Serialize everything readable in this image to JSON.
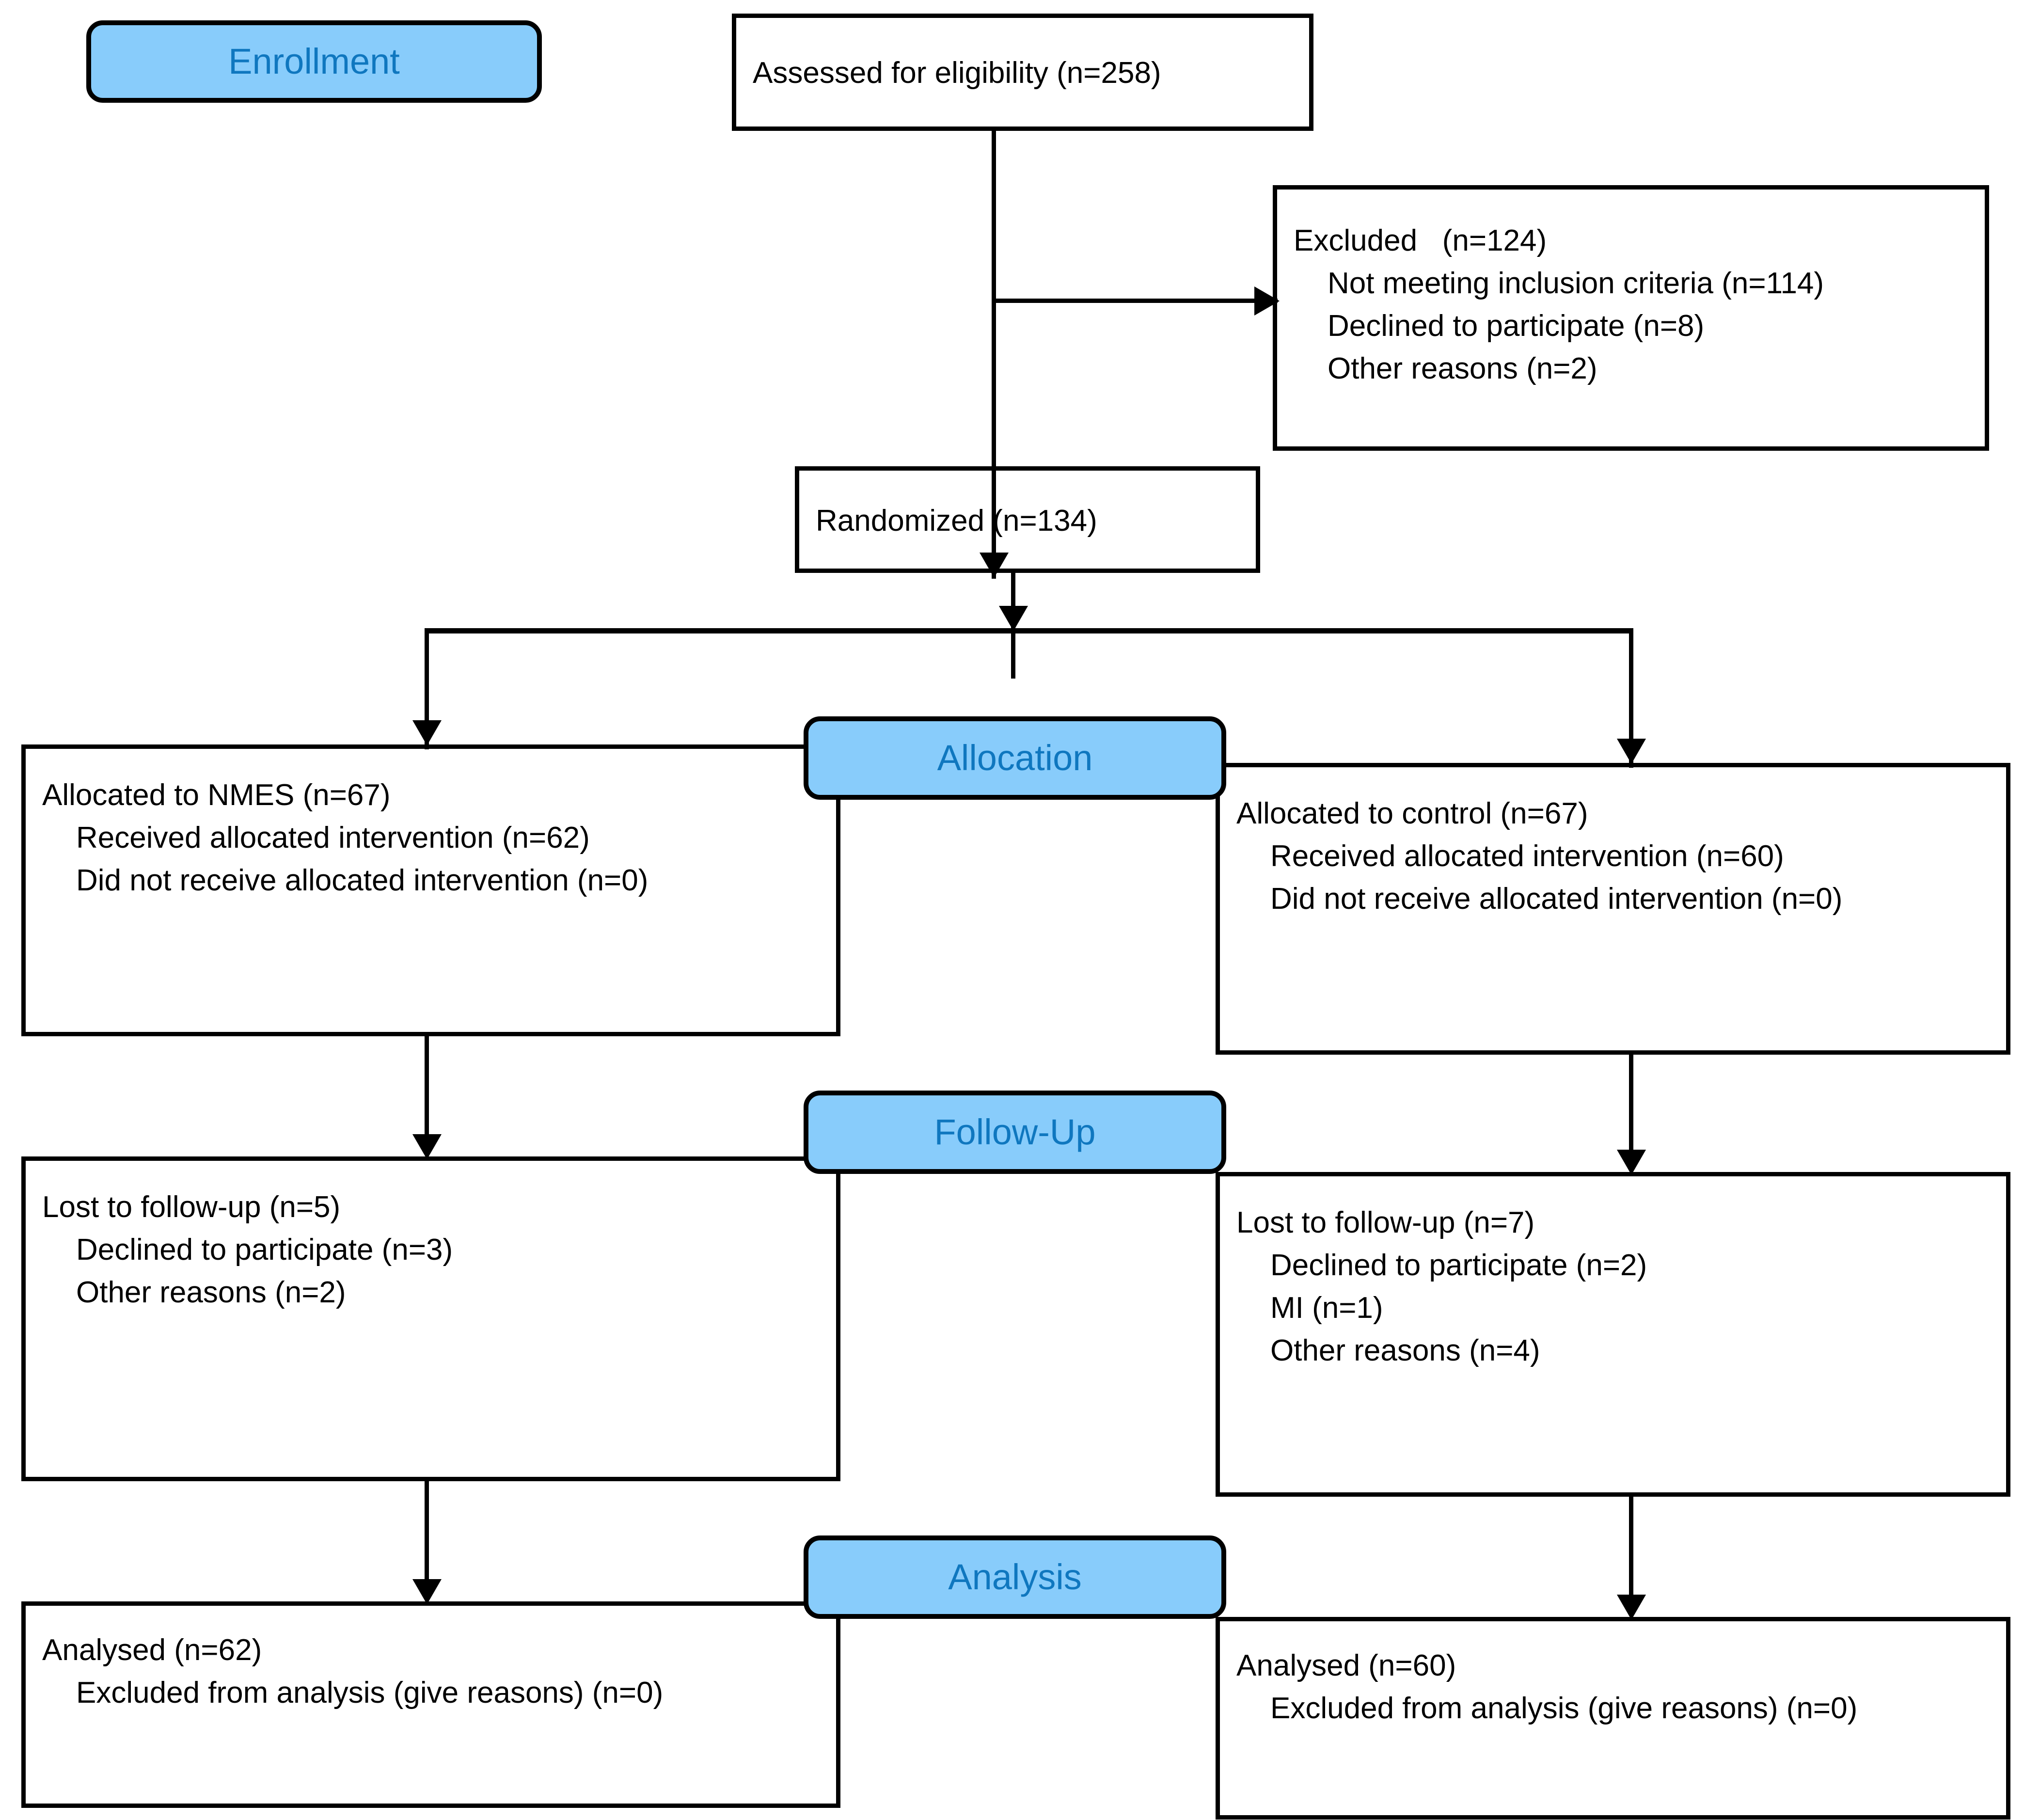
{
  "diagram": {
    "title": "CONSORT participant flow diagram",
    "accent_blue": "#88ccfb",
    "accent_text_blue": "#0f77bf",
    "line_color": "#000000"
  },
  "stages": {
    "enrollment": "Enrollment",
    "allocation": "Allocation",
    "followup": "Follow-Up",
    "analysis": "Analysis"
  },
  "nodes": {
    "assessed": {
      "lines": [
        {
          "text": "Assessed for eligibility (n=258)",
          "indent": false
        }
      ]
    },
    "excluded": {
      "lines": [
        {
          "text": "Excluded   (n=124)",
          "indent": false
        },
        {
          "text": "Not meeting inclusion criteria (n=114)",
          "indent": true
        },
        {
          "text": "Declined to participate (n=8)",
          "indent": true
        },
        {
          "text": "Other reasons (n=2)",
          "indent": true
        }
      ]
    },
    "randomized": {
      "lines": [
        {
          "text": "Randomized (n=134)",
          "indent": false
        }
      ]
    },
    "alloc_left": {
      "lines": [
        {
          "text": "Allocated to NMES (n=67)",
          "indent": false
        },
        {
          "text": "Received allocated intervention (n=62)",
          "indent": true
        },
        {
          "text": "Did not receive allocated intervention (n=0)",
          "indent": true
        }
      ]
    },
    "alloc_right": {
      "lines": [
        {
          "text": "Allocated to control (n=67)",
          "indent": false
        },
        {
          "text": "Received allocated intervention (n=60)",
          "indent": true
        },
        {
          "text": "Did not receive allocated intervention (n=0)",
          "indent": true
        }
      ]
    },
    "followup_left": {
      "lines": [
        {
          "text": "Lost to follow-up (n=5)",
          "indent": false
        },
        {
          "text": "Declined to participate (n=3)",
          "indent": true
        },
        {
          "text": "Other reasons (n=2)",
          "indent": true
        }
      ]
    },
    "followup_right": {
      "lines": [
        {
          "text": "Lost to follow-up (n=7)",
          "indent": false
        },
        {
          "text": "Declined to participate (n=2)",
          "indent": true
        },
        {
          "text": "MI (n=1)",
          "indent": true
        },
        {
          "text": "Other reasons (n=4)",
          "indent": true
        }
      ]
    },
    "analysis_left": {
      "lines": [
        {
          "text": "Analysed (n=62)",
          "indent": false
        },
        {
          "text": "Excluded from analysis (give reasons) (n=0)",
          "indent": true
        }
      ]
    },
    "analysis_right": {
      "lines": [
        {
          "text": "Analysed (n=60)",
          "indent": false
        },
        {
          "text": "Excluded from analysis (give reasons) (n=0)",
          "indent": true
        }
      ]
    }
  },
  "chart_data": {
    "type": "diagram",
    "title": "CONSORT flow of participants",
    "counts": {
      "assessed_for_eligibility": 258,
      "excluded_total": 124,
      "excluded_not_meeting_inclusion_criteria": 114,
      "excluded_declined_to_participate": 8,
      "excluded_other_reasons": 2,
      "randomized": 134,
      "nmes_allocated": 67,
      "nmes_received_intervention": 62,
      "nmes_did_not_receive_intervention": 0,
      "control_allocated": 67,
      "control_received_intervention": 60,
      "control_did_not_receive_intervention": 0,
      "nmes_lost_to_followup": 5,
      "nmes_lost_declined": 3,
      "nmes_lost_other": 2,
      "control_lost_to_followup": 7,
      "control_lost_declined": 2,
      "control_lost_mi": 1,
      "control_lost_other": 4,
      "nmes_analysed": 62,
      "nmes_excluded_from_analysis": 0,
      "control_analysed": 60,
      "control_excluded_from_analysis": 0
    }
  }
}
